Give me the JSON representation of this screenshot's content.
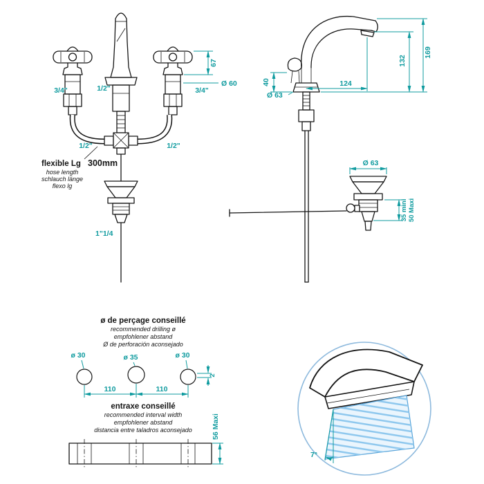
{
  "colors": {
    "teal": "#0f9b9f",
    "ink": "#141414",
    "water_fill": "#eaf5fd",
    "water_stroke": "#8fc8ee",
    "water_edge": "#56a3d9",
    "ring": "#8db9dd"
  },
  "front_view": {
    "dim_handle_height": "67",
    "dim_handle_diameter": "Ø 60",
    "thread_left": "3/4\"",
    "thread_center": "1/2\"",
    "thread_right": "3/4\"",
    "hose_left": "1/2\"",
    "hose_right": "1/2\"",
    "flexible_label": "flexible Lg",
    "flexible_value": "300mm",
    "flexible_translations": [
      "hose length",
      "schlauch länge",
      "flexo lg"
    ],
    "drain_thread": "1\"1/4"
  },
  "side_view": {
    "dim_total_height": "169",
    "dim_spout_height": "132",
    "dim_body_height": "40",
    "dim_spout_reach": "124",
    "dim_base_diameter": "Ø 63",
    "dim_drain_diameter": "Ø 63",
    "dim_deck_min": "35 mini",
    "dim_deck_max": "50 Maxi"
  },
  "drilling": {
    "title": "ø de perçage conseillé",
    "title_translations": [
      "recommended drilling ø",
      "empfohlener abstand",
      "Ø de perforación aconsejado"
    ],
    "hole_left": "ø 30",
    "hole_center": "ø 35",
    "hole_right": "ø 30",
    "spacing_left": "110",
    "spacing_right": "110",
    "center_offset": "2",
    "interval_title": "entraxe conseillé",
    "interval_translations": [
      "recommended interval width",
      "empfohlener abstand",
      "distancia entre taladros aconsejado"
    ],
    "deck_max_thickness": "56 Maxi"
  },
  "detail": {
    "spray_angle": "7°"
  }
}
